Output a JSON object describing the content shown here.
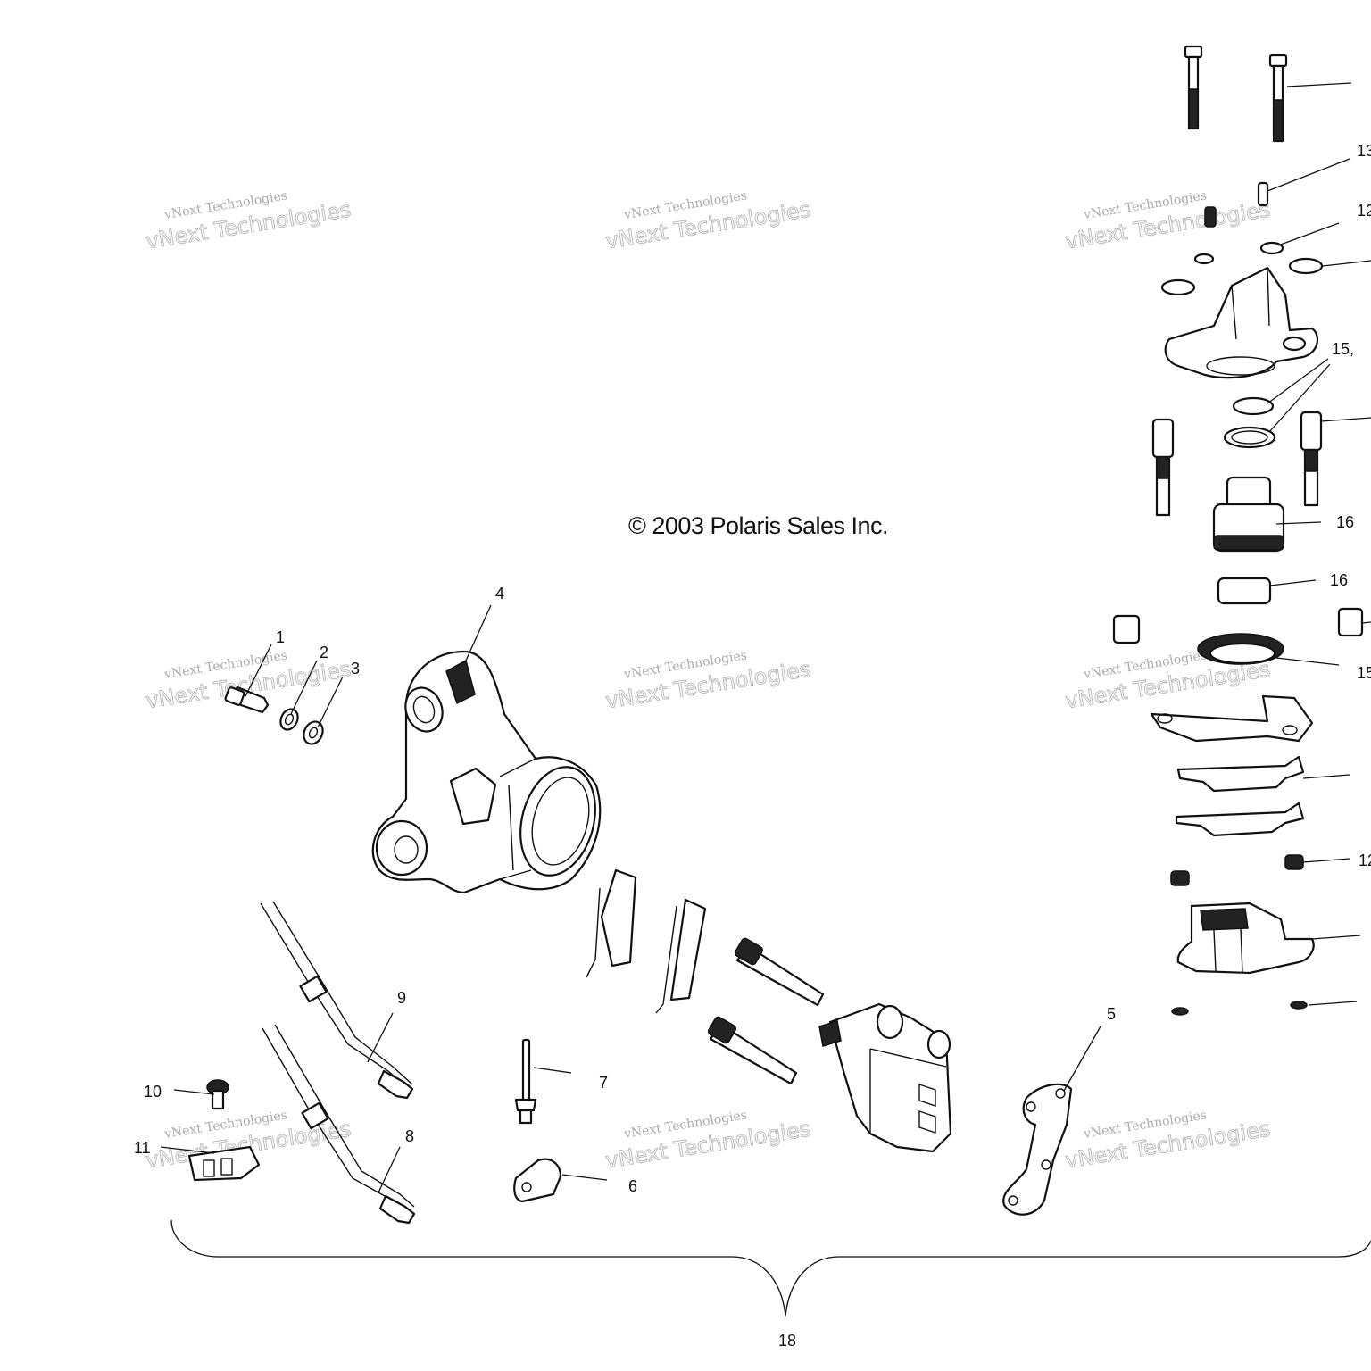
{
  "copyright": "© 2003 Polaris Sales Inc.",
  "watermark": {
    "line1": "vNext Technologies",
    "line2": "vNext Technologies"
  },
  "callouts": [
    "1",
    "2",
    "3",
    "4",
    "5",
    "6",
    "7",
    "8",
    "9",
    "10",
    "11",
    "12",
    "13",
    "15,",
    "16",
    "16",
    "15",
    "18"
  ]
}
